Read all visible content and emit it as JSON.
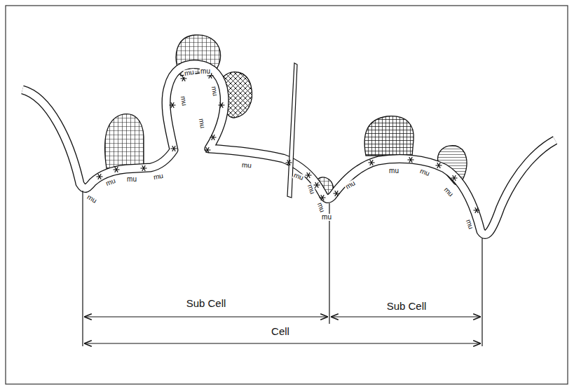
{
  "diagram": {
    "labels": [
      "mu",
      "mu",
      "mu",
      "mu",
      "mu",
      "mu",
      "mu",
      "mu",
      "mu",
      "mu",
      "mu",
      "mu",
      "mu",
      "mu",
      "mu",
      "mu",
      "mu",
      "mu",
      "mu",
      "Sub Cell",
      "Sub Cell",
      "Cell"
    ]
  }
}
